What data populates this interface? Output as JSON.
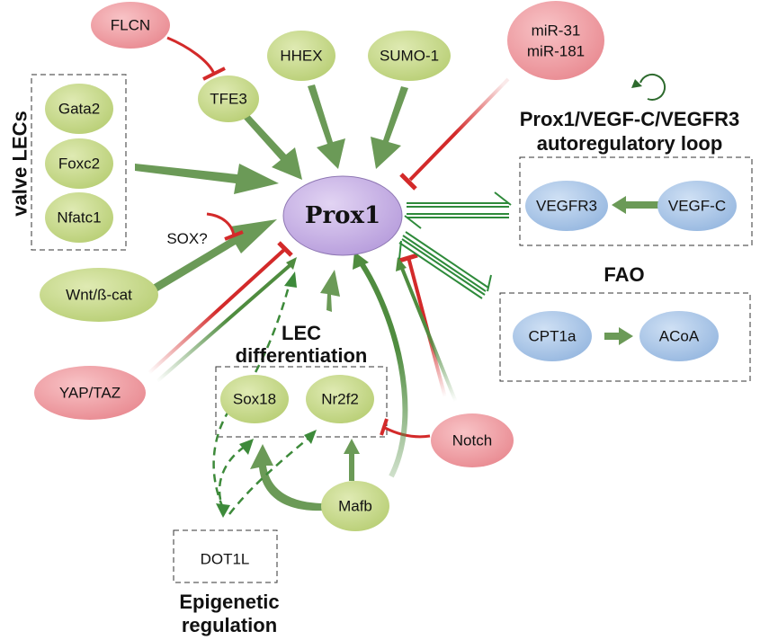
{
  "colors": {
    "green_node": "#c9dc8e",
    "red_node": "#f2a3a8",
    "blue_node": "#aec9e9",
    "prox_node": "#cbb6e6",
    "green_arrow": "#6b9a57",
    "red_line": "#d32a2a"
  },
  "nodes": {
    "prox1": "Prox1",
    "flcn": "FLCN",
    "tfe3": "TFE3",
    "hhex": "HHEX",
    "sumo1": "SUMO-1",
    "mir_line1": "miR-31",
    "mir_line2": "miR-181",
    "gata2": "Gata2",
    "foxc2": "Foxc2",
    "nfatc1": "Nfatc1",
    "sox": "SOX?",
    "wnt": "Wnt/ß-cat",
    "yaptaz": "YAP/TAZ",
    "sox18": "Sox18",
    "nr2f2": "Nr2f2",
    "notch": "Notch",
    "mafb": "Mafb",
    "dot1l": "DOT1L",
    "vegfr3": "VEGFR3",
    "vegfc": "VEGF-C",
    "cpt1a": "CPT1a",
    "acoa": "ACoA"
  },
  "headings": {
    "valve": "valve LECs",
    "loop_line1": "Prox1/VEGF-C/VEGFR3",
    "loop_line2": "autoregulatory loop",
    "fao": "FAO",
    "lec_line1": "LEC",
    "lec_line2": "differentiation",
    "epi_line1": "Epigenetic",
    "epi_line2": "regulation"
  }
}
